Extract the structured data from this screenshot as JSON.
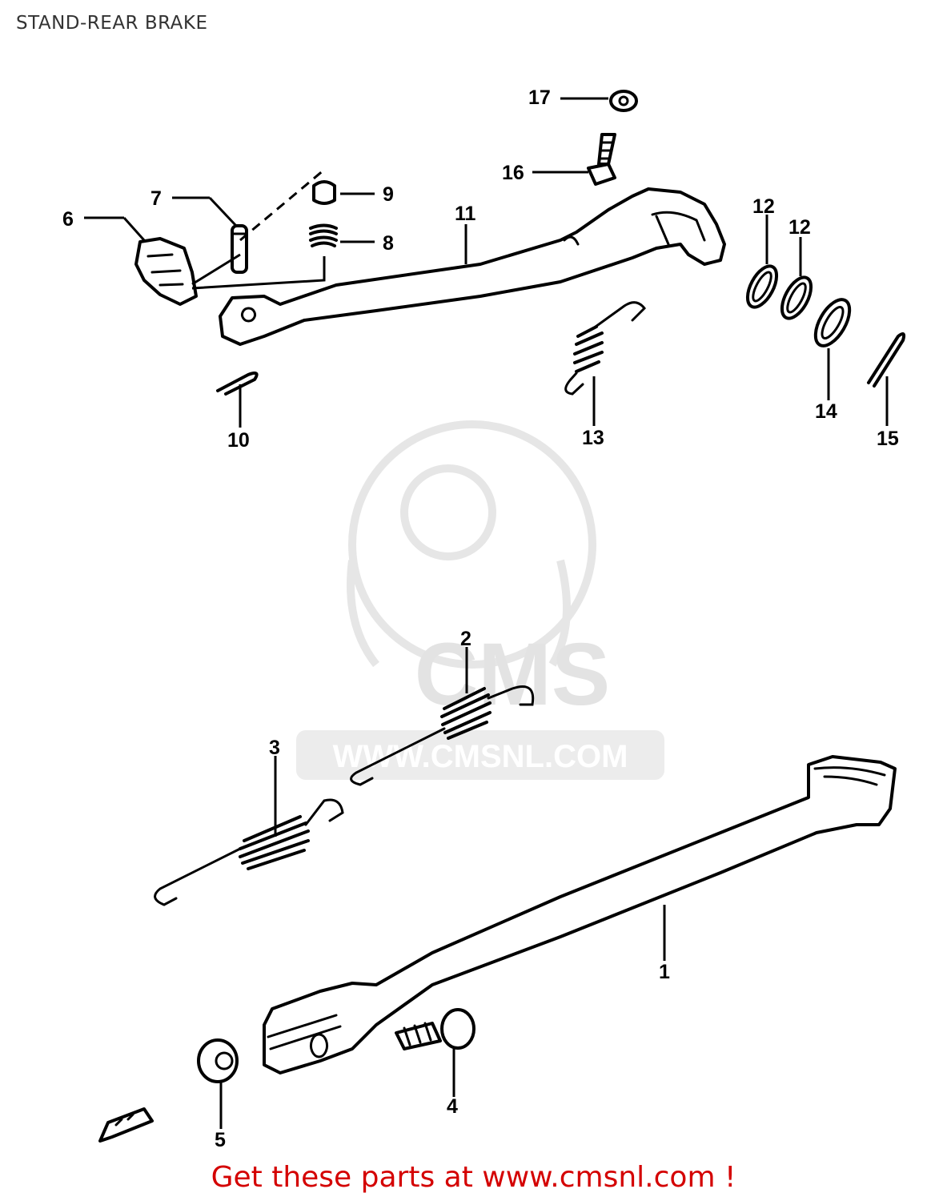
{
  "title": "STAND-REAR BRAKE",
  "labels": {
    "p1": "1",
    "p2": "2",
    "p3": "3",
    "p4": "4",
    "p5": "5",
    "p6": "6",
    "p7": "7",
    "p8": "8",
    "p9": "9",
    "p10": "10",
    "p11": "11",
    "p12a": "12",
    "p12b": "12",
    "p13": "13",
    "p14": "14",
    "p15": "15",
    "p16": "16",
    "p17": "17"
  },
  "watermark": {
    "brand": "CMS",
    "url": "WWW.CMSNL.COM"
  },
  "footer": "Get these parts at www.cmsnl.com !",
  "colors": {
    "footer": "#d40000",
    "ink": "#000000",
    "watermark": "#e3e3e3"
  }
}
